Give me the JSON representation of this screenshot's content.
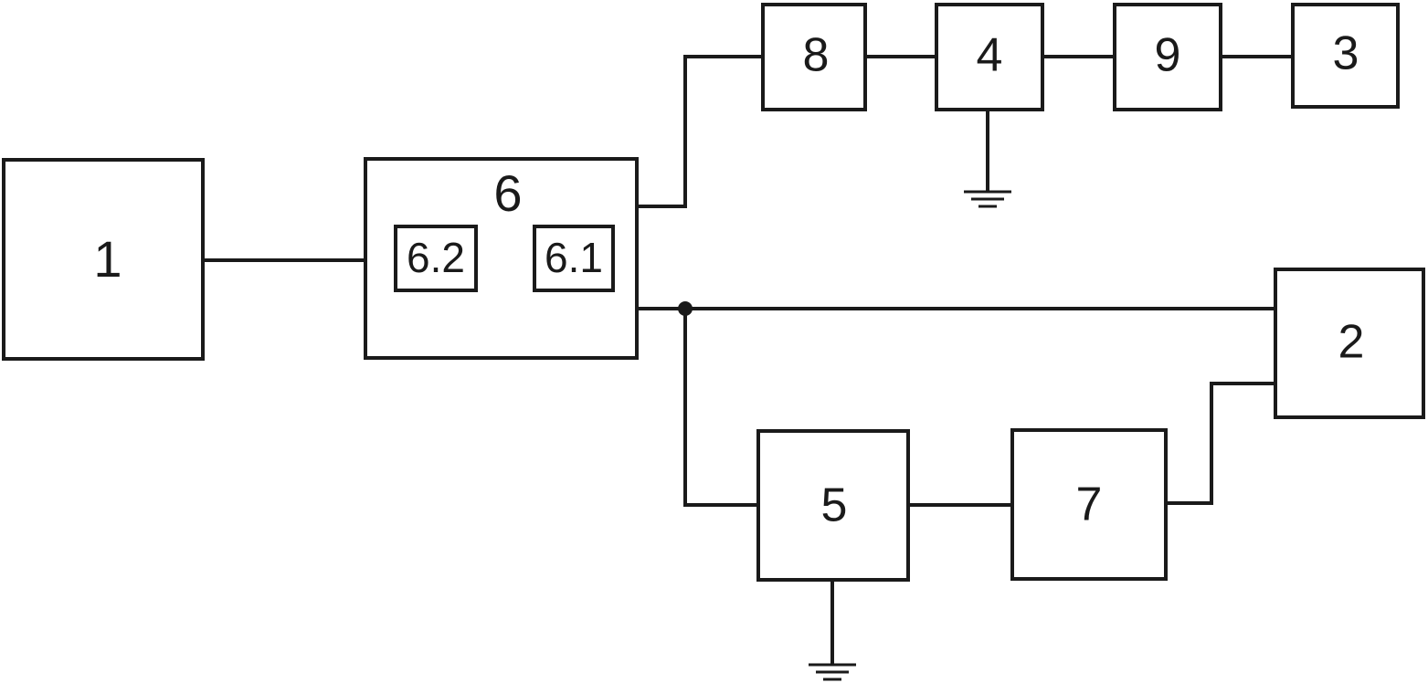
{
  "diagram": {
    "blocks": {
      "b1": "1",
      "b2": "2",
      "b3": "3",
      "b4": "4",
      "b5": "5",
      "b6": "6",
      "b6_1": "6.1",
      "b6_2": "6.2",
      "b7": "7",
      "b8": "8",
      "b9": "9"
    }
  }
}
